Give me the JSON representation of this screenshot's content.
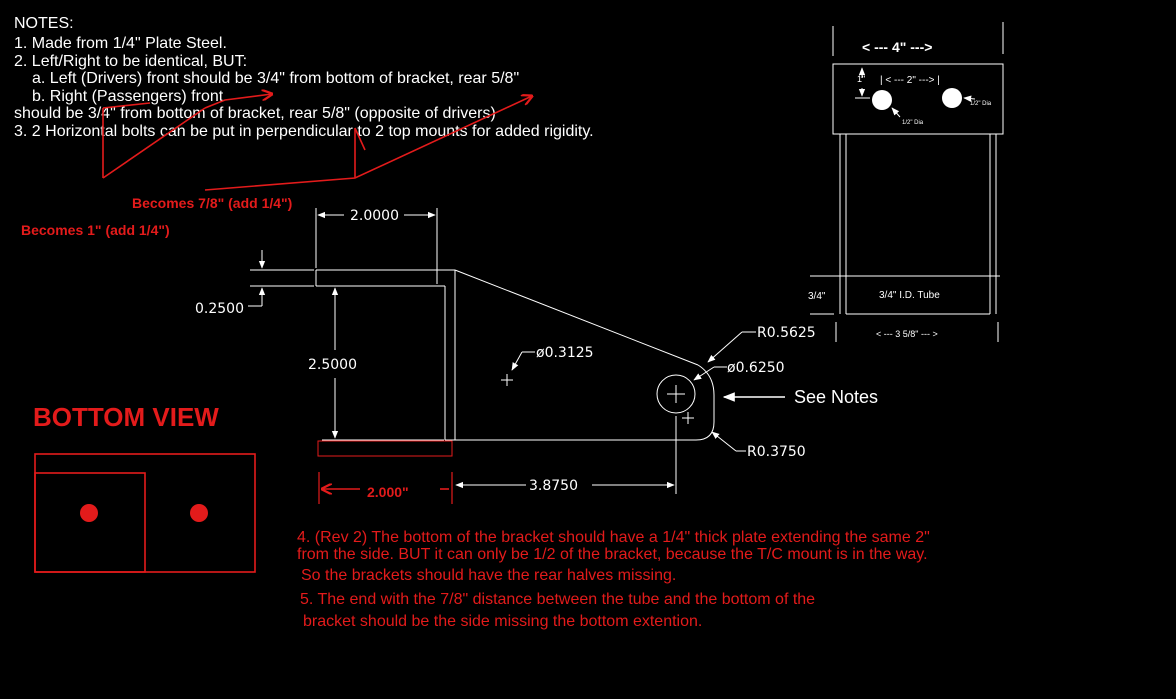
{
  "notes": {
    "heading": "NOTES:",
    "line1": "1.  Made from 1/4\" Plate Steel.",
    "line2": "2.  Left/Right to be identical, BUT:",
    "line2a": "a. Left (Drivers) front should be 3/4\" from bottom of bracket, rear 5/8\"",
    "line2b": "b. Right (Passengers) front",
    "line2c": "should be 3/4\" from bottom of bracket, rear 5/8\" (opposite of drivers)",
    "line3": "3.  2 Horizontal bolts can be put in perpendicular to 2 top mounts for added rigidity."
  },
  "annotations": {
    "becomes_78": "Becomes 7/8\" (add 1/4\")",
    "becomes_1": "Becomes 1\" (add 1/4\")",
    "see_notes": "See Notes",
    "bottom_view": "BOTTOM VIEW",
    "rev2_line1": "4. (Rev 2) The bottom of the bracket should have a 1/4\" thick plate extending the same 2\"",
    "rev2_line2": "from the side.  BUT it can only be 1/2 of the bracket, because the T/C mount is in the way.",
    "rev2_line3": "So the brackets should have the rear halves missing.",
    "note5_line1": "5. The end with the 7/8\" distance between the tube and the bottom of the",
    "note5_line2": "bracket should be the side missing the bottom extention."
  },
  "dimensions": {
    "top_width": "2.0000",
    "plate_thickness": "0.2500",
    "height": "2.5000",
    "small_hole": "ø0.3125",
    "r_top": "R0.5625",
    "big_hole": "ø0.6250",
    "r_bottom": "R0.3750",
    "bottom_ext": "2.000\"",
    "length": "3.8750"
  },
  "end_view": {
    "width": "< --- 4\" --->",
    "one_inch": "1\"",
    "hole_spacing": "| < --- 2\" ---> |",
    "hole_dia_left": "1/2\" Dia",
    "hole_dia_right": "1/2\" Dia",
    "tube_offset": "3/4\"",
    "tube_label": "3/4\" I.D. Tube",
    "tube_width": "< --- 3 5/8\" --- >"
  },
  "colors": {
    "background": "#000000",
    "drawing": "#ffffff",
    "markup": "#e31b1b"
  }
}
